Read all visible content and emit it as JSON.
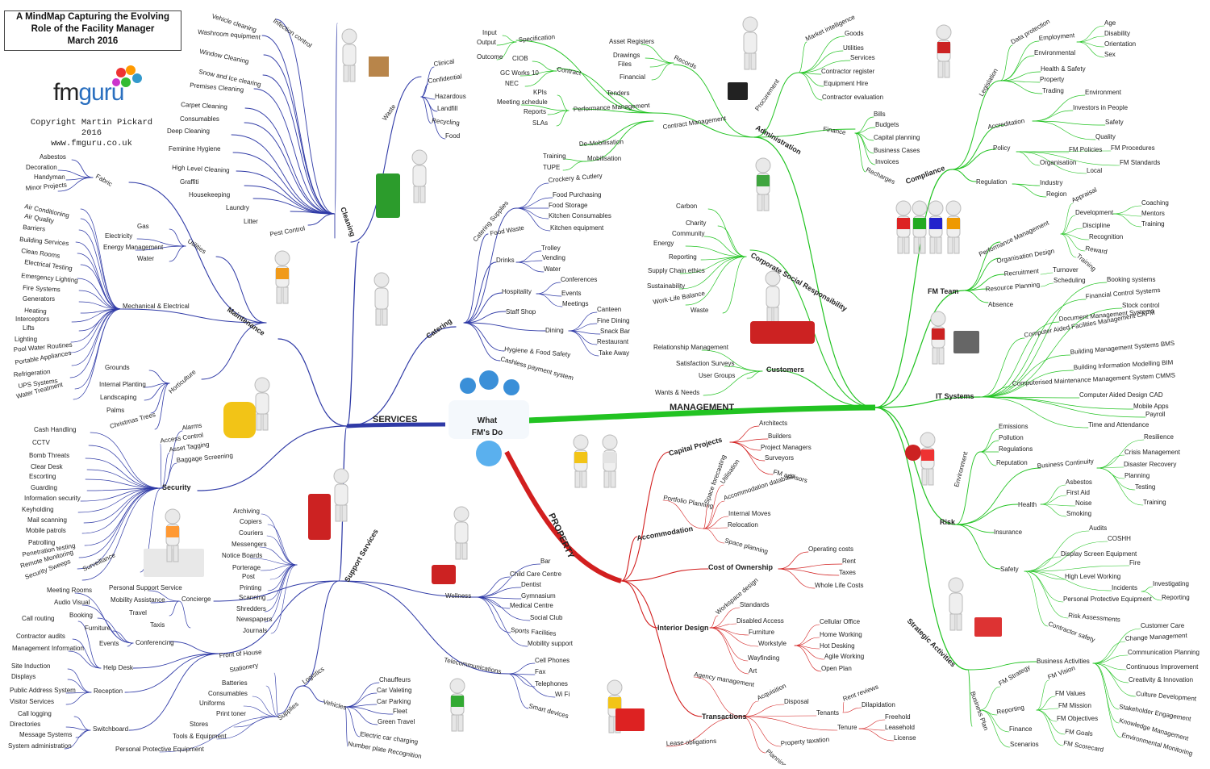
{
  "title": {
    "line1": "A MindMap Capturing the Evolving",
    "line2": "Role of the Facility Manager",
    "line3": "March 2016"
  },
  "logo": {
    "part1": "fm",
    "part2": "guru"
  },
  "copyright": {
    "line1": "Copyright Martin Pickard 2016",
    "line2": "www.fmguru.co.uk"
  },
  "center": {
    "line1": "What",
    "line2": "FM's Do"
  },
  "colors": {
    "services": "#2f3aa6",
    "management": "#22c322",
    "property": "#d21f1f",
    "text": "#222222"
  },
  "branches": {
    "services": "SERVICES",
    "management": "MANAGEMENT",
    "property": "PROPERTY"
  },
  "services": {
    "cleaning": {
      "label": "Cleaning",
      "items": [
        "Infection control",
        "Vehicle cleaning",
        "Washroom equipment",
        "Window Cleaning",
        "Snow and Ice clearing",
        "Premises Cleaning",
        "Carpet Cleaning",
        "Consumables",
        "Deep Cleaning",
        "Feminine Hygiene",
        "High Level Cleaning",
        "Graffiti",
        "Housekeeping",
        "Laundry",
        "Litter",
        "Pest Control"
      ]
    },
    "waste": {
      "label": "Waste",
      "items": [
        "Clinical",
        "Confidential",
        "Hazardous",
        "Landfill",
        "Recycling",
        "Food"
      ]
    },
    "maintenance": {
      "label": "Maintenance",
      "fabric": {
        "label": "Fabric",
        "items": [
          "Asbestos",
          "Decoration",
          "Handyman",
          "Minor Projects"
        ]
      },
      "utilities": {
        "label": "Utilities",
        "items": [
          "Gas",
          "Electricity",
          "Energy Management",
          "Water"
        ]
      },
      "mech": {
        "label": "Mechanical & Electrical",
        "items": [
          "Air Conditioning",
          "Air Quality",
          "Barriers",
          "Building Services",
          "Clean Rooms",
          "Electrical Testing",
          "Emergency Lighting",
          "Fire Systems",
          "Generators",
          "Heating",
          "Interceptors",
          "Lifts",
          "Lighting",
          "Pool Water Routines",
          "Portable Appliances",
          "Refrigeration",
          "UPS Systems",
          "Water Treatment"
        ]
      },
      "horti": {
        "label": "Horticulture",
        "items": [
          "Grounds",
          "Internal Planting",
          "Landscaping",
          "Palms",
          "Christmas Trees"
        ]
      }
    },
    "security": {
      "label": "Security",
      "items": [
        "Alarms",
        "Access Control",
        "Asset Tagging",
        "Baggage Screening",
        "Cash Handling",
        "CCTV",
        "Bomb Threats",
        "Clear Desk",
        "Escorting",
        "Guarding",
        "Information security",
        "Keyholding",
        "Mail scanning",
        "Mobile patrols",
        "Patrolling",
        "Penetration testing",
        "Remote Monitoring",
        "Security Sweeps",
        "Surveillance"
      ]
    },
    "catering": {
      "label": "Catering",
      "supplies": {
        "label": "Catering Supplies",
        "items": [
          "Crockery & Cutlery",
          "Food Purchasing",
          "Food Storage",
          "Kitchen Consumables",
          "Kitchen equipment"
        ]
      },
      "food_waste": "Food Waste",
      "drinks": {
        "label": "Drinks",
        "items": [
          "Trolley",
          "Vending",
          "Water"
        ]
      },
      "hospitality": {
        "label": "Hospitality",
        "items": [
          "Conferences",
          "Events",
          "Meetings"
        ]
      },
      "staff_shop": "Staff Shop",
      "dining": {
        "label": "Dining",
        "items": [
          "Canteen",
          "Fine Dining",
          "Snack Bar",
          "Restaurant",
          "Take Away"
        ]
      },
      "hygiene": "Hygiene & Food Safety",
      "cashless": "Cashless payment system"
    },
    "support": {
      "label": "Support Services",
      "archiving": [
        "Archiving",
        "Copiers",
        "Couriers",
        "Messengers",
        "Notice Boards",
        "Porterage",
        "Post",
        "Printing",
        "Scanning",
        "Shredders",
        "Newspapers",
        "Journals"
      ],
      "concierge": {
        "label": "Concierge",
        "items": [
          "Personal Support Service",
          "Mobility Assistance",
          "Travel",
          "Taxis"
        ]
      },
      "conferencing": {
        "label": "Conferencing",
        "items": [
          "Meeting Rooms",
          "Audio Visual",
          "Booking",
          "Furniture",
          "Events"
        ]
      },
      "front_of_house": "Front of House",
      "helpdesk": {
        "label": "Help Desk",
        "items": [
          "Call routing",
          "Contractor audits",
          "Management Information"
        ]
      },
      "reception": {
        "label": "Reception",
        "items": [
          "Site Induction",
          "Displays",
          "Public Address System",
          "Visitor Services"
        ]
      },
      "switchboard": {
        "label": "Switchboard",
        "items": [
          "Call logging",
          "Directories",
          "Message Systems",
          "System administration"
        ]
      },
      "logistics": "Logistics",
      "supplies": {
        "label": "Supplies",
        "items": [
          "Stationery",
          "Batteries",
          "Consumables",
          "Uniforms",
          "Print toner",
          "Stores",
          "Tools & Equipment",
          "Personal Protective Equipment"
        ]
      },
      "vehicles": {
        "label": "Vehicles",
        "items": [
          "Chauffeurs",
          "Car Valeting",
          "Car Parking",
          "Fleet",
          "Green Travel",
          "Electric car charging",
          "Number plate Recognition"
        ]
      },
      "wellness": {
        "label": "Wellness",
        "items": [
          "Bar",
          "Child Care Centre",
          "Dentist",
          "Gymnasium",
          "Medical Centre",
          "Social Club",
          "Sports Facilities",
          "Mobility support"
        ]
      },
      "telecom": {
        "label": "Telecommunications",
        "items": [
          "Cell Phones",
          "Fax",
          "Telephones",
          "Wi Fi",
          "Smart devices"
        ]
      }
    }
  },
  "management": {
    "administration": {
      "label": "Administration",
      "records": {
        "label": "Records",
        "items": [
          "Asset Registers",
          "Drawings",
          "Files",
          "Financial"
        ]
      },
      "procurement": {
        "label": "Procurement",
        "items": [
          "Market intelligence",
          "Goods",
          "Utilities",
          "Services",
          "Contractor register",
          "Equipment Hire",
          "Contractor evaluation"
        ]
      },
      "finance": {
        "label": "Finance",
        "items": [
          "Bills",
          "Budgets",
          "Capital planning",
          "Business Cases",
          "Invoices",
          "Recharges"
        ]
      },
      "contract": {
        "label": "Contract Management",
        "specification": {
          "label": "Specification",
          "items": [
            "Input",
            "Output",
            "Outcome"
          ]
        },
        "contract": {
          "label": "Contract",
          "items": [
            "CIOB",
            "GC Works 10",
            "NEC"
          ]
        },
        "tenders": "Tenders",
        "perf": {
          "label": "Performance Management",
          "items": [
            "KPIs",
            "Meeting schedule",
            "Reports",
            "SLAs"
          ]
        },
        "demob": "De-Mobilisation",
        "mob": {
          "label": "Mobilisation",
          "items": [
            "Training",
            "TUPE"
          ]
        }
      }
    },
    "csr": {
      "label": "Corporate Social Responsibility",
      "items": [
        "Carbon",
        "Charity",
        "Community",
        "Energy",
        "Reporting",
        "Supply Chain ethics",
        "Sustainability",
        "Work-Life Balance",
        "Waste"
      ]
    },
    "customers": {
      "label": "Customers",
      "items": [
        "Relationship Management",
        "Satisfaction Surveys",
        "User Groups",
        "Wants & Needs"
      ]
    },
    "compliance": {
      "label": "Compliance",
      "legislation": {
        "label": "Legislation",
        "items": [
          "Data protection",
          "Employment",
          "Environmental",
          "Health & Safety",
          "Property",
          "Trading"
        ]
      },
      "employment": [
        "Age",
        "Disability",
        "Orientation",
        "Sex"
      ],
      "accreditation": {
        "label": "Accreditation",
        "items": [
          "Environment",
          "Investors in People",
          "Safety",
          "Quality"
        ]
      },
      "policy": {
        "label": "Policy",
        "items": [
          "FM Policies",
          "FM Procedures",
          "Organisation",
          "FM Standards",
          "Local"
        ]
      },
      "regulation": {
        "label": "Regulation",
        "items": [
          "Industry",
          "Region"
        ]
      }
    },
    "fm_team": {
      "label": "FM Team",
      "perf": {
        "label": "Performance Management",
        "items": [
          "Appraisal",
          "Development",
          "Discipline",
          "Recognition",
          "Reward",
          "Training"
        ]
      },
      "development": [
        "Coaching",
        "Mentors",
        "Training"
      ],
      "org_design": "Organisation Design",
      "recruitment": {
        "label": "Recruitment",
        "items": [
          "Turnover"
        ]
      },
      "resource": {
        "label": "Resource Planning",
        "items": [
          "Scheduling"
        ]
      },
      "absence": "Absence"
    },
    "it": {
      "label": "IT Systems",
      "items": [
        "Booking systems",
        "Financial Control Systems",
        "Stock control",
        "Document Management Systems",
        "Computer Aided Facilities Management CAFM",
        "Building Management Systems BMS",
        "Building Information Modelling BIM",
        "Computerised Maintenance Management System CMMS",
        "Computer Aided Design CAD",
        "Mobile Apps",
        "Payroll",
        "Time and Attendance"
      ]
    },
    "risk": {
      "label": "Risk",
      "environment": {
        "label": "Environment",
        "items": [
          "Emissions",
          "Pollution",
          "Regulations",
          "Reputation"
        ]
      },
      "continuity": {
        "label": "Business Continuity",
        "items": [
          "Resilience",
          "Crisis Management",
          "Disaster Recovery",
          "Planning",
          "Testing",
          "Training"
        ]
      },
      "health": {
        "label": "Health",
        "items": [
          "Asbestos",
          "First Aid",
          "Noise",
          "Smoking"
        ]
      },
      "insurance": "Insurance",
      "safety": {
        "label": "Safety",
        "items": [
          "Audits",
          "COSHH",
          "Display Screen Equipment",
          "Fire",
          "High Level Working",
          "Incidents",
          "Personal Protective Equipment",
          "Risk Assessments",
          "Contractor safety"
        ]
      },
      "incidents": [
        "Investigating",
        "Reporting"
      ]
    },
    "strategic": {
      "label": "Strategic Activities",
      "business": {
        "label": "Business Activities",
        "items": [
          "Customer Care",
          "Change Management",
          "Communication Planning",
          "Continuous Improvement",
          "Creativity & Innovation",
          "Culture Development",
          "Stakeholder Engagement",
          "Knowledge Management",
          "Environmental Monitoring"
        ]
      },
      "plan": {
        "label": "Business Plan",
        "items": [
          "FM Strategy",
          "Reporting",
          "Finance",
          "Scenarios"
        ]
      },
      "strategy": [
        "FM Vision",
        "FM Values",
        "FM Mission",
        "FM Objectives",
        "FM Goals",
        "FM Scorecard"
      ]
    }
  },
  "property": {
    "capital": {
      "label": "Capital Projects",
      "items": [
        "Architects",
        "Builders",
        "Project Managers",
        "Surveyors",
        "FM advisors"
      ]
    },
    "accommodation": {
      "label": "Accommodation",
      "items": [
        "Portfolio Planning",
        "Space forecasting",
        "Utilisation",
        "Accommodation database",
        "Internal Moves",
        "Relocation",
        "Space planning"
      ]
    },
    "cost": {
      "label": "Cost of Ownership",
      "items": [
        "Operating costs",
        "Rent",
        "Taxes",
        "Whole Life Costs"
      ]
    },
    "interior": {
      "label": "Interior Design",
      "items": [
        "Workspace design",
        "Standards",
        "Disabled Access",
        "Furniture",
        "Workstyle",
        "Wayfinding",
        "Art"
      ],
      "workstyle": [
        "Cellular Office",
        "Home Working",
        "Hot Desking",
        "Agile Working",
        "Open Plan"
      ]
    },
    "transactions": {
      "label": "Transactions",
      "items": [
        "Agency management",
        "Acquisition",
        "Disposal",
        "Tenants",
        "Tenure",
        "Property taxation",
        "Planning",
        "Lease obligations"
      ],
      "tenants": [
        "Rent reviews",
        "Dilapidation"
      ],
      "tenure": [
        "Freehold",
        "Leasehold",
        "License"
      ]
    }
  }
}
